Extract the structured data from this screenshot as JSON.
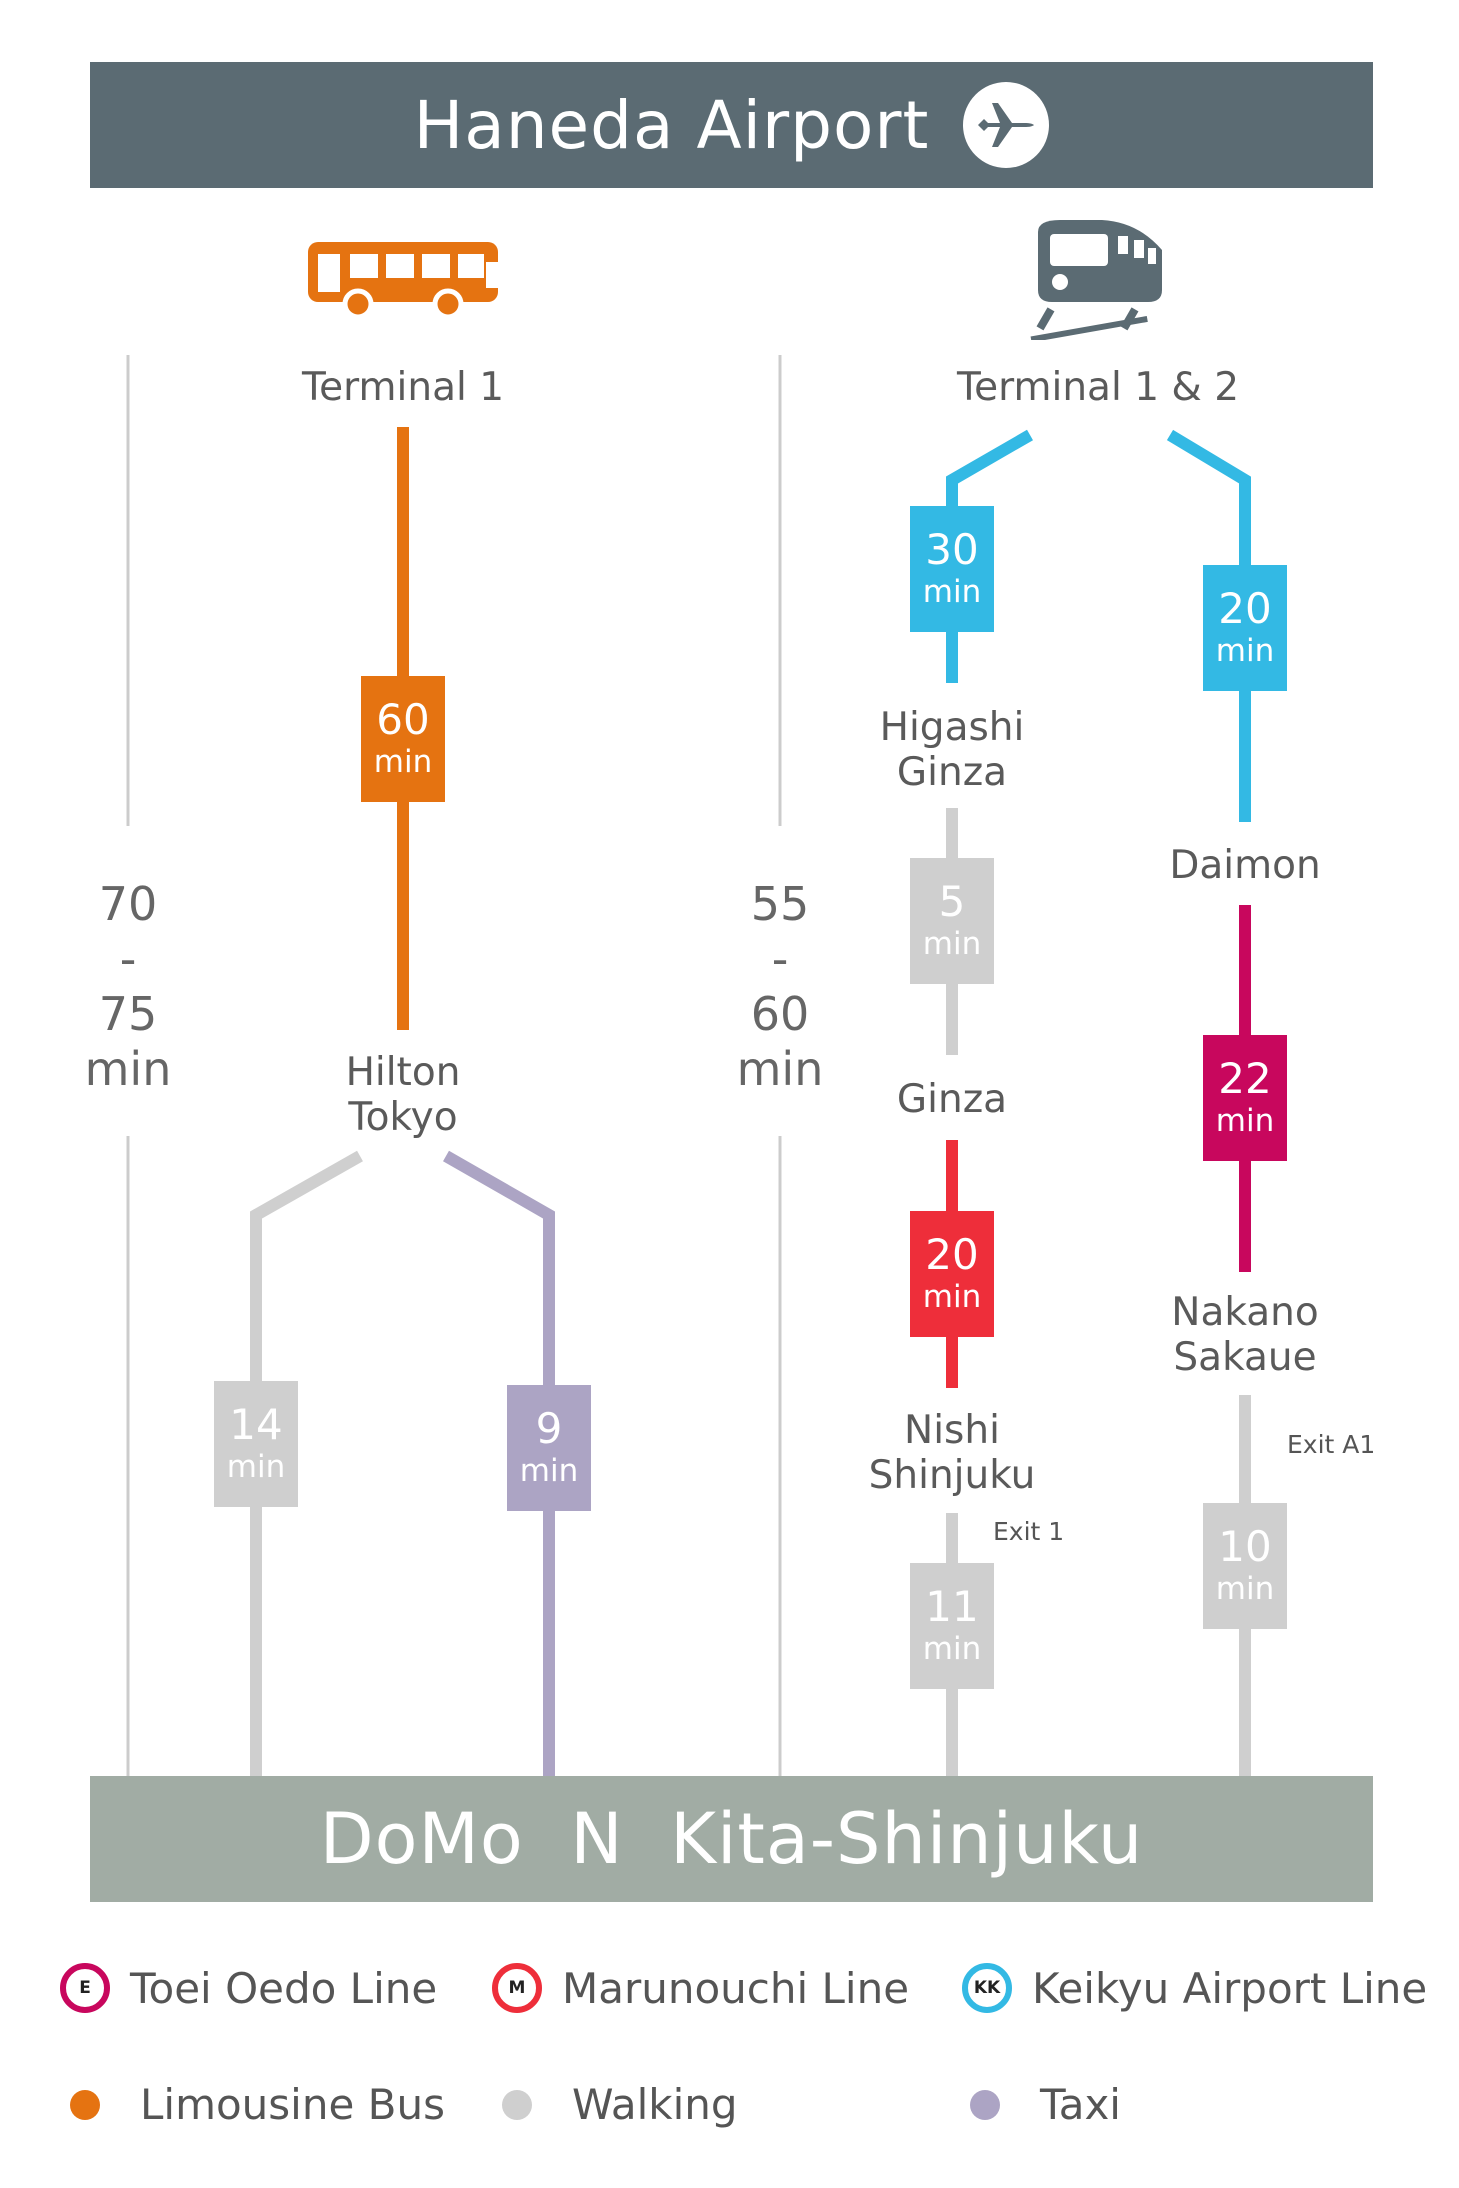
{
  "header": {
    "title": "Haneda Airport",
    "icon": "airplane-icon"
  },
  "footer": {
    "title": "DoMo  N  Kita-Shinjuku"
  },
  "colors": {
    "header_bg": "#5b6b73",
    "footer_bg": "#a1aca4",
    "limousine_bus": "#e57311",
    "keikyu": "#33b9e4",
    "marunouchi": "#ee2e3a",
    "toei_oedo": "#c8075d",
    "walking": "#cfcfcf",
    "taxi": "#aca4c4"
  },
  "bus_route": {
    "icon": "bus-icon",
    "start": "Terminal 1",
    "total": [
      "70",
      "-",
      "75",
      "min"
    ],
    "leg1": {
      "value": "60",
      "unit": "min"
    },
    "transfer": [
      "Hilton",
      "Tokyo"
    ],
    "walk": {
      "value": "14",
      "unit": "min"
    },
    "taxi": {
      "value": "9",
      "unit": "min"
    }
  },
  "train_route": {
    "icon": "train-icon",
    "start": "Terminal 1 & 2",
    "total": [
      "55",
      "-",
      "60",
      "min"
    ],
    "left_branch": {
      "keikyu": {
        "value": "30",
        "unit": "min"
      },
      "stop1": [
        "Higashi",
        "Ginza"
      ],
      "walk1": {
        "value": "5",
        "unit": "min"
      },
      "stop2": "Ginza",
      "marunouchi": {
        "value": "20",
        "unit": "min"
      },
      "stop3": [
        "Nishi",
        "Shinjuku"
      ],
      "exit": "Exit 1",
      "walk2": {
        "value": "11",
        "unit": "min"
      }
    },
    "right_branch": {
      "keikyu": {
        "value": "20",
        "unit": "min"
      },
      "stop1": "Daimon",
      "oedo": {
        "value": "22",
        "unit": "min"
      },
      "stop2": [
        "Nakano",
        "Sakaue"
      ],
      "exit": "Exit A1",
      "walk": {
        "value": "10",
        "unit": "min"
      }
    }
  },
  "legend": [
    {
      "label": "Toei Oedo Line",
      "badge": "E"
    },
    {
      "label": "Marunouchi Line",
      "badge": "M"
    },
    {
      "label": "Keikyu Airport Line",
      "badge": "KK"
    },
    {
      "label": "Limousine Bus"
    },
    {
      "label": "Walking"
    },
    {
      "label": "Taxi"
    }
  ]
}
